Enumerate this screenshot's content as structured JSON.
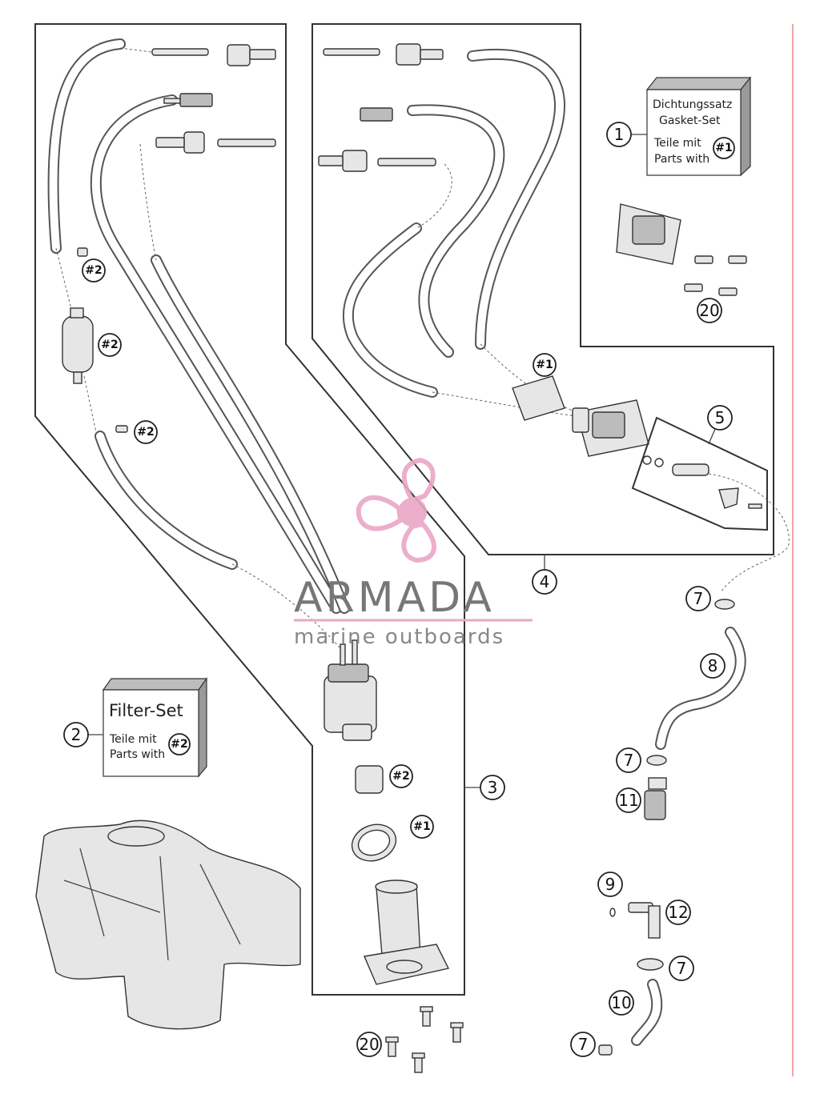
{
  "watermark": {
    "title": "ARMADA",
    "subtitle": "marine outboards",
    "logo_color": "#e9a7c6",
    "title_color": "#777777"
  },
  "gasket_set": {
    "line1": "Dichtungssatz",
    "line2": "Gasket-Set",
    "line3": "Teile mit",
    "line4": "Parts with",
    "ref": "#1"
  },
  "filter_set": {
    "title": "Filter-Set",
    "line1": "Teile mit",
    "line2": "Parts with",
    "ref": "#2"
  },
  "callouts": {
    "c1": "1",
    "c2": "2",
    "c3": "3",
    "c4": "4",
    "c5": "5",
    "c7a": "7",
    "c7b": "7",
    "c7c": "7",
    "c7d": "7",
    "c8": "8",
    "c9": "9",
    "c10": "10",
    "c11": "11",
    "c12": "12",
    "c20a": "20",
    "c20b": "20"
  },
  "refs": {
    "r2a": "#2",
    "r2b": "#2",
    "r2c": "#2",
    "r2d": "#2",
    "r1a": "#1",
    "r1b": "#1"
  }
}
